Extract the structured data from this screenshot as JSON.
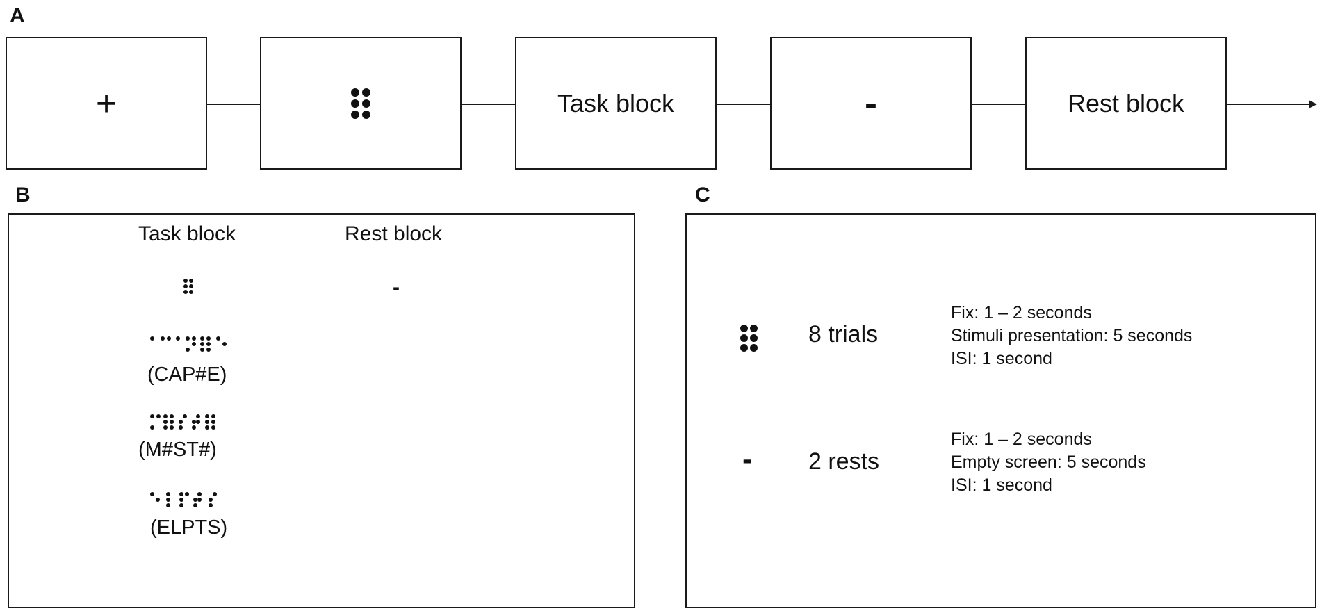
{
  "panels": {
    "a": "A",
    "b": "B",
    "c": "C"
  },
  "timeline": {
    "fixation_symbol": "+",
    "task_block_label": "Task block",
    "rest_cue_symbol": "-",
    "rest_block_label": "Rest block"
  },
  "panel_b": {
    "task_header": "Task block",
    "rest_header": "Rest block",
    "rest_symbol": "-",
    "examples": [
      {
        "caption": "(CAP#E)"
      },
      {
        "caption": "(M#ST#)"
      },
      {
        "caption": "(ELPTS)"
      }
    ]
  },
  "panel_c": {
    "task": {
      "count": "8 trials",
      "details": [
        "Fix: 1 – 2 seconds",
        "Stimuli presentation:  5 seconds",
        "ISI: 1 second"
      ]
    },
    "rest": {
      "symbol": "-",
      "count": "2 rests",
      "details": [
        "Fix: 1 – 2 seconds",
        "Empty screen:  5 seconds",
        "ISI: 1 second"
      ]
    }
  },
  "colors": {
    "line": "#1a1a1a",
    "text": "#111111",
    "background": "#ffffff"
  }
}
